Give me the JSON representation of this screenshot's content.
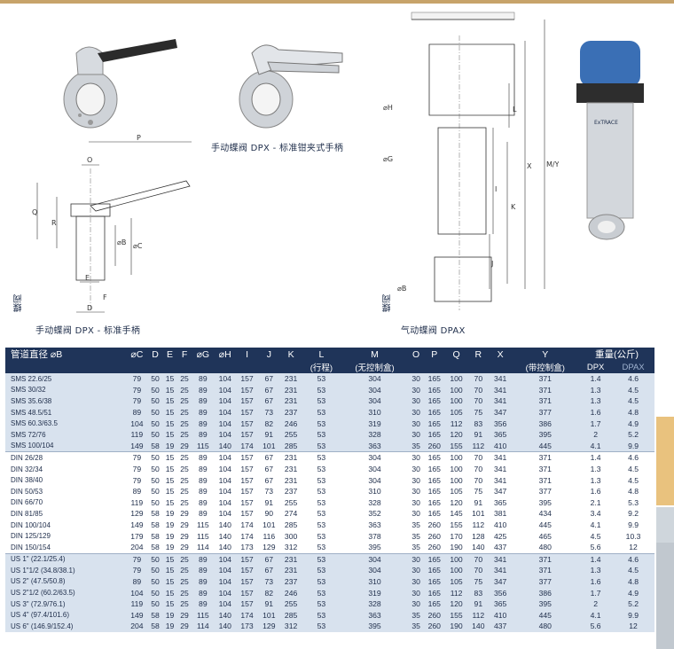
{
  "captions": {
    "dpx_manual": "手动蝶阀 DPX - 标准手柄",
    "dpx_clamp": "手动蝶阀 DPX - 标准钳夹式手柄",
    "dpax": "气动蝶阀 DPAX",
    "side_label_1": "蝶阀",
    "side_label_2": "蝶阀"
  },
  "dims": {
    "P": "P",
    "O": "O",
    "Q": "Q",
    "R": "R",
    "E": "E",
    "F": "F",
    "D": "D",
    "B": "⌀B",
    "C": "⌀C",
    "H": "⌀H",
    "G": "⌀G",
    "L": "L",
    "I": "I",
    "K": "K",
    "J": "J",
    "X": "X",
    "MY": "M/Y"
  },
  "badge": "ExTRACE",
  "table": {
    "headers": [
      "管道直径 ⌀B",
      "⌀C",
      "D",
      "E",
      "F",
      "⌀G",
      "⌀H",
      "I",
      "J",
      "K",
      "L",
      "M",
      "O",
      "P",
      "Q",
      "R",
      "X",
      "Y",
      "重量(公斤)"
    ],
    "subheaders": {
      "L": "(行程)",
      "M": "(无控制盒)",
      "Y": "(带控制盒)",
      "DPX": "DPX",
      "DPAX": "DPAX"
    },
    "sms": [
      [
        "SMS 22.6/25",
        "79",
        "50",
        "15",
        "25",
        "89",
        "104",
        "157",
        "67",
        "231",
        "53",
        "304",
        "30",
        "165",
        "100",
        "70",
        "341",
        "371",
        "1.4",
        "4.6"
      ],
      [
        "SMS 30/32",
        "79",
        "50",
        "15",
        "25",
        "89",
        "104",
        "157",
        "67",
        "231",
        "53",
        "304",
        "30",
        "165",
        "100",
        "70",
        "341",
        "371",
        "1.3",
        "4.5"
      ],
      [
        "SMS 35.6/38",
        "79",
        "50",
        "15",
        "25",
        "89",
        "104",
        "157",
        "67",
        "231",
        "53",
        "304",
        "30",
        "165",
        "100",
        "70",
        "341",
        "371",
        "1.3",
        "4.5"
      ],
      [
        "SMS 48.5/51",
        "89",
        "50",
        "15",
        "25",
        "89",
        "104",
        "157",
        "73",
        "237",
        "53",
        "310",
        "30",
        "165",
        "105",
        "75",
        "347",
        "377",
        "1.6",
        "4.8"
      ],
      [
        "SMS 60.3/63.5",
        "104",
        "50",
        "15",
        "25",
        "89",
        "104",
        "157",
        "82",
        "246",
        "53",
        "319",
        "30",
        "165",
        "112",
        "83",
        "356",
        "386",
        "1.7",
        "4.9"
      ],
      [
        "SMS 72/76",
        "119",
        "50",
        "15",
        "25",
        "89",
        "104",
        "157",
        "91",
        "255",
        "53",
        "328",
        "30",
        "165",
        "120",
        "91",
        "365",
        "395",
        "2",
        "5.2"
      ],
      [
        "SMS 100/104",
        "149",
        "58",
        "19",
        "29",
        "115",
        "140",
        "174",
        "101",
        "285",
        "53",
        "363",
        "35",
        "260",
        "155",
        "112",
        "410",
        "445",
        "4.1",
        "9.9"
      ]
    ],
    "din": [
      [
        "DIN 26/28",
        "79",
        "50",
        "15",
        "25",
        "89",
        "104",
        "157",
        "67",
        "231",
        "53",
        "304",
        "30",
        "165",
        "100",
        "70",
        "341",
        "371",
        "1.4",
        "4.6"
      ],
      [
        "DIN 32/34",
        "79",
        "50",
        "15",
        "25",
        "89",
        "104",
        "157",
        "67",
        "231",
        "53",
        "304",
        "30",
        "165",
        "100",
        "70",
        "341",
        "371",
        "1.3",
        "4.5"
      ],
      [
        "DIN 38/40",
        "79",
        "50",
        "15",
        "25",
        "89",
        "104",
        "157",
        "67",
        "231",
        "53",
        "304",
        "30",
        "165",
        "100",
        "70",
        "341",
        "371",
        "1.3",
        "4.5"
      ],
      [
        "DIN 50/53",
        "89",
        "50",
        "15",
        "25",
        "89",
        "104",
        "157",
        "73",
        "237",
        "53",
        "310",
        "30",
        "165",
        "105",
        "75",
        "347",
        "377",
        "1.6",
        "4.8"
      ],
      [
        "DIN 66/70",
        "119",
        "50",
        "15",
        "25",
        "89",
        "104",
        "157",
        "91",
        "255",
        "53",
        "328",
        "30",
        "165",
        "120",
        "91",
        "365",
        "395",
        "2.1",
        "5.3"
      ],
      [
        "DIN 81/85",
        "129",
        "58",
        "19",
        "29",
        "89",
        "104",
        "157",
        "90",
        "274",
        "53",
        "352",
        "30",
        "165",
        "145",
        "101",
        "381",
        "434",
        "3.4",
        "9.2"
      ],
      [
        "DIN 100/104",
        "149",
        "58",
        "19",
        "29",
        "115",
        "140",
        "174",
        "101",
        "285",
        "53",
        "363",
        "35",
        "260",
        "155",
        "112",
        "410",
        "445",
        "4.1",
        "9.9"
      ],
      [
        "DIN 125/129",
        "179",
        "58",
        "19",
        "29",
        "115",
        "140",
        "174",
        "116",
        "300",
        "53",
        "378",
        "35",
        "260",
        "170",
        "128",
        "425",
        "465",
        "4.5",
        "10.3"
      ],
      [
        "DIN 150/154",
        "204",
        "58",
        "19",
        "29",
        "114",
        "140",
        "173",
        "129",
        "312",
        "53",
        "395",
        "35",
        "260",
        "190",
        "140",
        "437",
        "480",
        "5.6",
        "12"
      ]
    ],
    "us": [
      [
        "US 1\" (22.1/25.4)",
        "79",
        "50",
        "15",
        "25",
        "89",
        "104",
        "157",
        "67",
        "231",
        "53",
        "304",
        "30",
        "165",
        "100",
        "70",
        "341",
        "371",
        "1.4",
        "4.6"
      ],
      [
        "US 1\"1/2 (34.8/38.1)",
        "79",
        "50",
        "15",
        "25",
        "89",
        "104",
        "157",
        "67",
        "231",
        "53",
        "304",
        "30",
        "165",
        "100",
        "70",
        "341",
        "371",
        "1.3",
        "4.5"
      ],
      [
        "US 2\" (47.5/50.8)",
        "89",
        "50",
        "15",
        "25",
        "89",
        "104",
        "157",
        "73",
        "237",
        "53",
        "310",
        "30",
        "165",
        "105",
        "75",
        "347",
        "377",
        "1.6",
        "4.8"
      ],
      [
        "US 2\"1/2 (60.2/63.5)",
        "104",
        "50",
        "15",
        "25",
        "89",
        "104",
        "157",
        "82",
        "246",
        "53",
        "319",
        "30",
        "165",
        "112",
        "83",
        "356",
        "386",
        "1.7",
        "4.9"
      ],
      [
        "US 3\" (72.9/76.1)",
        "119",
        "50",
        "15",
        "25",
        "89",
        "104",
        "157",
        "91",
        "255",
        "53",
        "328",
        "30",
        "165",
        "120",
        "91",
        "365",
        "395",
        "2",
        "5.2"
      ],
      [
        "US 4\" (97.4/101.6)",
        "149",
        "58",
        "19",
        "29",
        "115",
        "140",
        "174",
        "101",
        "285",
        "53",
        "363",
        "35",
        "260",
        "155",
        "112",
        "410",
        "445",
        "4.1",
        "9.9"
      ],
      [
        "US 6\" (146.9/152.4)",
        "204",
        "58",
        "19",
        "29",
        "114",
        "140",
        "173",
        "129",
        "312",
        "53",
        "395",
        "35",
        "260",
        "190",
        "140",
        "437",
        "480",
        "5.6",
        "12"
      ]
    ]
  }
}
